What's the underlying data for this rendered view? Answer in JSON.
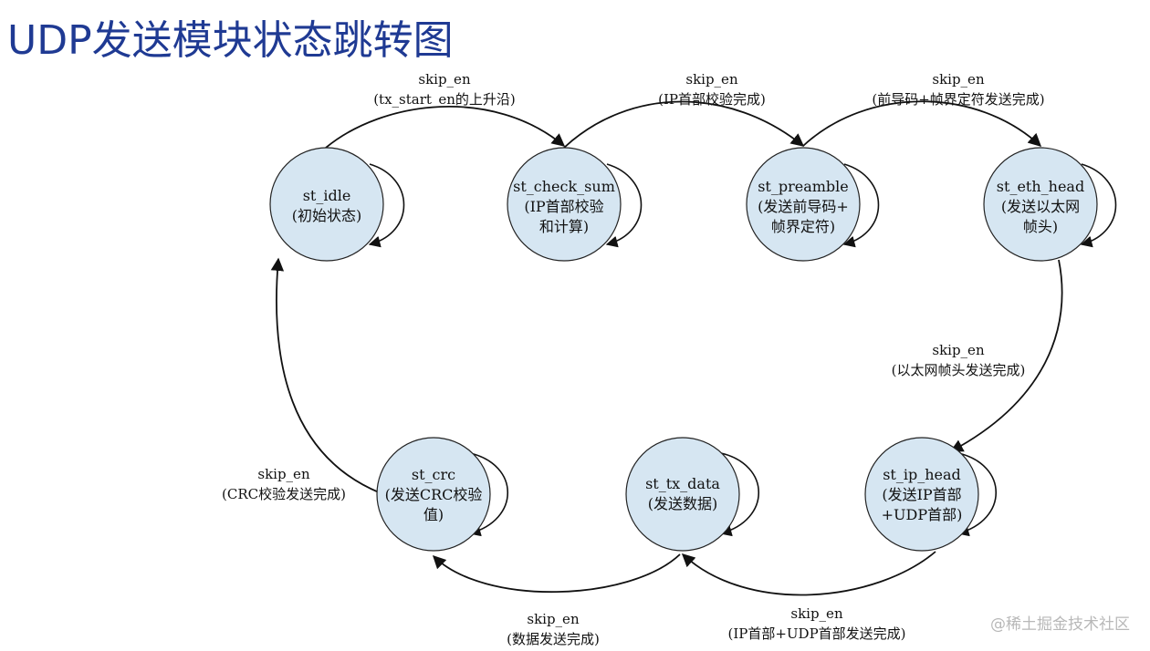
{
  "title": "UDP发送模块状态跳转图",
  "watermark": "@稀土掘金技术社区",
  "states": {
    "idle": {
      "name": "st_idle",
      "desc": [
        "(初始状态)"
      ]
    },
    "checksum": {
      "name": "st_check_sum",
      "desc": [
        "(IP首部校验",
        "和计算)"
      ]
    },
    "preamble": {
      "name": "st_preamble",
      "desc": [
        "(发送前导码+",
        "帧界定符)"
      ]
    },
    "eth_head": {
      "name": "st_eth_head",
      "desc": [
        "(发送以太网",
        "帧头)"
      ]
    },
    "ip_head": {
      "name": "st_ip_head",
      "desc": [
        "(发送IP首部",
        "+UDP首部)"
      ]
    },
    "tx_data": {
      "name": "st_tx_data",
      "desc": [
        "(发送数据)"
      ]
    },
    "crc": {
      "name": "st_crc",
      "desc": [
        "(发送CRC校验",
        "值)"
      ]
    }
  },
  "transitions": {
    "idle_to_checksum": {
      "event": "skip_en",
      "cond": "(tx_start_en的上升沿)"
    },
    "checksum_to_preamble": {
      "event": "skip_en",
      "cond": "(IP首部校验完成)"
    },
    "preamble_to_eth": {
      "event": "skip_en",
      "cond": "(前导码+帧界定符发送完成)"
    },
    "eth_to_ip": {
      "event": "skip_en",
      "cond": "(以太网帧头发送完成)"
    },
    "ip_to_data": {
      "event": "skip_en",
      "cond": "(IP首部+UDP首部发送完成)"
    },
    "data_to_crc": {
      "event": "skip_en",
      "cond": "(数据发送完成)"
    },
    "crc_to_idle": {
      "event": "skip_en",
      "cond": "(CRC校验发送完成)"
    }
  }
}
